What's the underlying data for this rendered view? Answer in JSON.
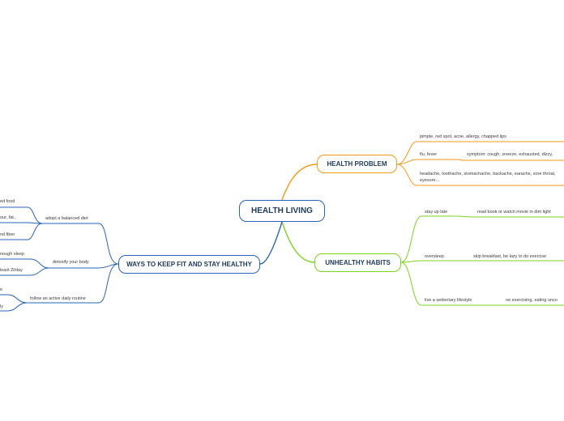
{
  "central": {
    "label": "HEALTH LIVING"
  },
  "health_problem": {
    "label": "HEALTH PROBLEM",
    "color": "#f29a1a",
    "items": [
      {
        "text": "pimple, red spot, acne, allergy, chapped lips"
      },
      {
        "text": "flu, fever",
        "detail": "symptom: cough, sneeze, exhausted, dizzy,"
      },
      {
        "text": "headache, toothache, stomachache, backache, earache, sore throat, eyesore..."
      }
    ]
  },
  "unhealthy_habits": {
    "label": "UNHEALTHY HABITS",
    "color": "#7ed321",
    "items": [
      {
        "text": "stay up late",
        "detail": "read book or watch movie in dim light"
      },
      {
        "text": "oversleep",
        "detail": "skip breakfast, be lazy to do exercise"
      },
      {
        "text": "live a sedentary lifestyle",
        "detail": "no exercising, eating unco"
      }
    ]
  },
  "ways_fit": {
    "label": "WAYS TO KEEP FIT AND STAY HEALTHY",
    "color": "#2a63b8",
    "groups": [
      {
        "label": "adopt a balanced diet",
        "items": [
          "ed food",
          "our, fat,.",
          "nd fiber"
        ]
      },
      {
        "label": "detoxify your body",
        "items": [
          "nough sleep",
          "least 2l/day"
        ]
      },
      {
        "label": "follow an active daily routine",
        "items": [
          "e",
          "ly"
        ]
      }
    ]
  }
}
